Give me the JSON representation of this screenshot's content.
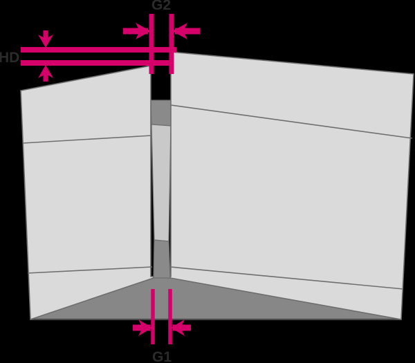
{
  "figure": {
    "title": "Gap and height dimension diagram",
    "type": "technical-cross-section-diagram",
    "background_color": "#000000"
  },
  "colors": {
    "dimension": "#D6006B",
    "block_fill": "#D9DAD9",
    "block_stroke": "#6E6E6E",
    "floor_fill": "#878787",
    "floor_stroke": "#555555",
    "gap_band_fill": "#8A8A8A",
    "gap_column_fill": "#C8C9C8",
    "label_color": "#2B2B2B",
    "background": "#000000"
  },
  "labels": {
    "top_gap": "G2",
    "bottom_gap": "G1",
    "left_height": "HD"
  },
  "dimensions": {
    "g2": {
      "name": "G2",
      "kind": "horizontal-gap",
      "description": "Gap width measured at the top between the two blocks",
      "arrow_direction": "inward"
    },
    "g1": {
      "name": "G1",
      "kind": "horizontal-gap",
      "description": "Gap width measured at the bottom between the two blocks",
      "arrow_direction": "inward"
    },
    "hd": {
      "name": "HD",
      "kind": "vertical-height",
      "description": "Vertical height distance measured on the left side",
      "arrow_direction": "inward"
    }
  },
  "geometry": {
    "left_block": {
      "name": "left-block",
      "fill": "#D9DAD9",
      "divider_count": 2
    },
    "right_block": {
      "name": "right-block",
      "fill": "#D9DAD9",
      "divider_count": 2
    },
    "center_gap": {
      "name": "center-gap",
      "segments": [
        "void",
        "band",
        "column",
        "band"
      ]
    },
    "floor": {
      "name": "floor",
      "fill": "#878787"
    }
  }
}
